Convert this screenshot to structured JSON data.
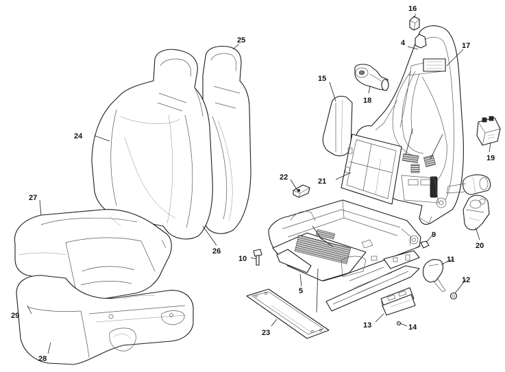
{
  "callouts": [
    {
      "id": "c16",
      "label": "16"
    },
    {
      "id": "c4",
      "label": "4"
    },
    {
      "id": "c17",
      "label": "17"
    },
    {
      "id": "c25",
      "label": "25"
    },
    {
      "id": "c15",
      "label": "15"
    },
    {
      "id": "c18",
      "label": "18"
    },
    {
      "id": "c24",
      "label": "24"
    },
    {
      "id": "c19",
      "label": "19"
    },
    {
      "id": "c22",
      "label": "22"
    },
    {
      "id": "c21",
      "label": "21"
    },
    {
      "id": "c27",
      "label": "27"
    },
    {
      "id": "c26",
      "label": "26"
    },
    {
      "id": "c9",
      "label": "9"
    },
    {
      "id": "c20",
      "label": "20"
    },
    {
      "id": "c10",
      "label": "10"
    },
    {
      "id": "c11",
      "label": "11"
    },
    {
      "id": "c5",
      "label": "5"
    },
    {
      "id": "c12",
      "label": "12"
    },
    {
      "id": "c29",
      "label": "29"
    },
    {
      "id": "c13",
      "label": "13"
    },
    {
      "id": "c14",
      "label": "14"
    },
    {
      "id": "c23",
      "label": "23"
    },
    {
      "id": "c28",
      "label": "28"
    }
  ]
}
